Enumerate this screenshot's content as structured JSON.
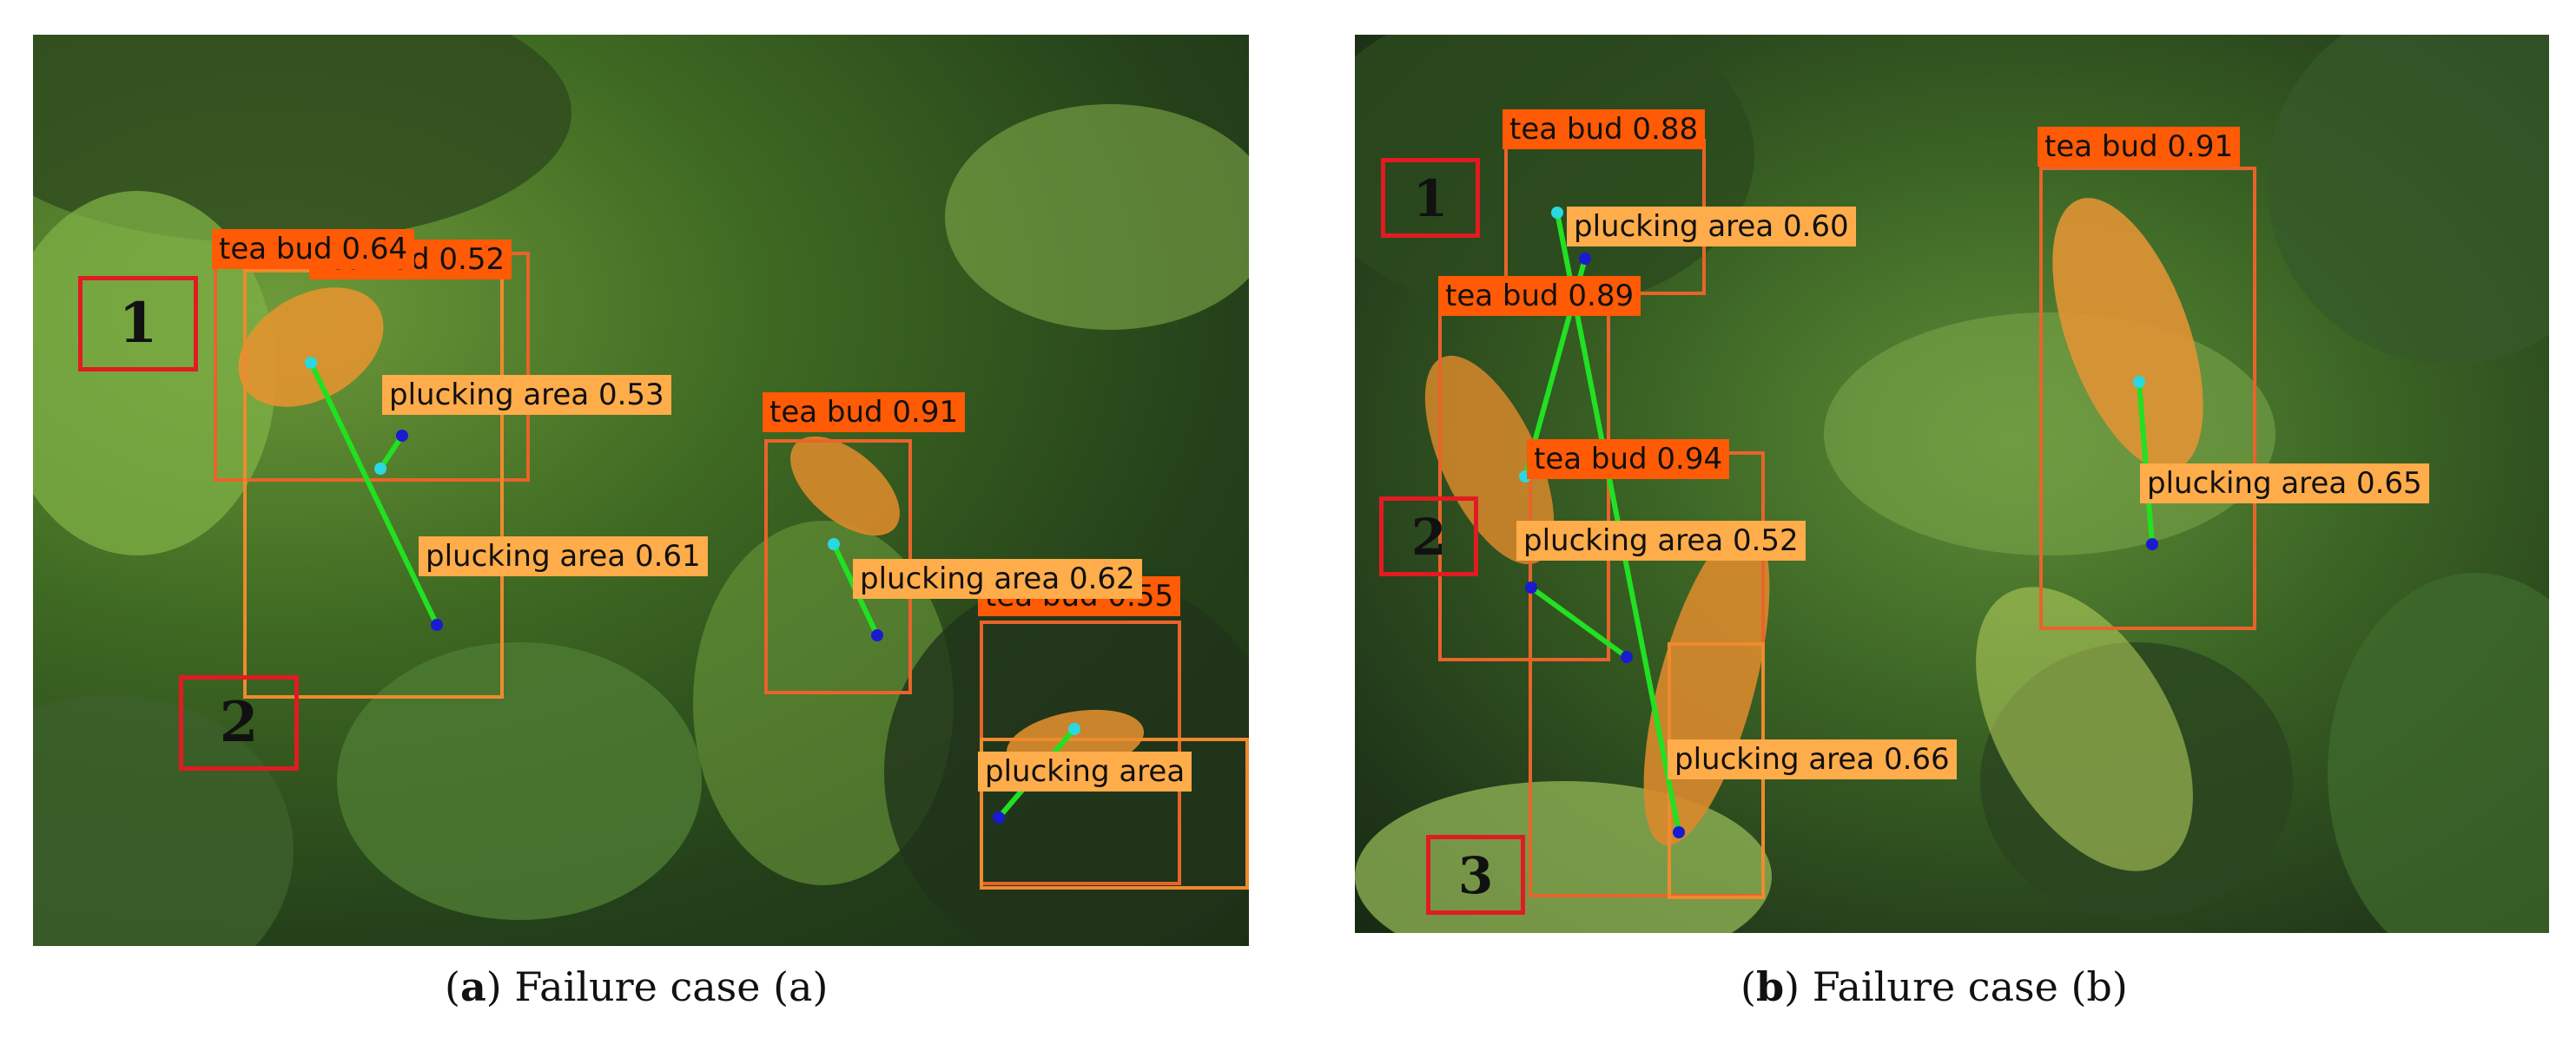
{
  "panels": {
    "a": {
      "caption_letter": "a",
      "caption_text": "Failure case (a)",
      "labels": {
        "bud1": "tea bud 0.64",
        "bud_hidden": "tea bud 0.52",
        "area1": "plucking area 0.53",
        "bud2": "tea bud 0.91",
        "area2": "plucking area 0.61",
        "area3": "plucking area 0.62",
        "area4": "plucking area",
        "bud3": "tea bud 0.55"
      },
      "markers": {
        "m1": "1",
        "m2": "2"
      }
    },
    "b": {
      "caption_letter": "b",
      "caption_text": "Failure case (b)",
      "labels": {
        "bud1": "tea bud 0.88",
        "area1": "plucking area 0.60",
        "bud2": "tea bud 0.89",
        "bud3": "tea bud 0.91",
        "bud4": "tea bud 0.94",
        "area2": "plucking area 0.52",
        "area3": "plucking area 0.65",
        "area4": "plucking area 0.66"
      },
      "markers": {
        "m1": "1",
        "m2": "2",
        "m3": "3"
      }
    }
  },
  "colors": {
    "tea_bud_label": "#ff5a05",
    "plucking_area_label": "#ffac4a",
    "keypoint_line": "#22e022",
    "keypoint_top": "#2ad8e0",
    "keypoint_bottom": "#1a1ad0",
    "marker_border": "#e11b22"
  }
}
